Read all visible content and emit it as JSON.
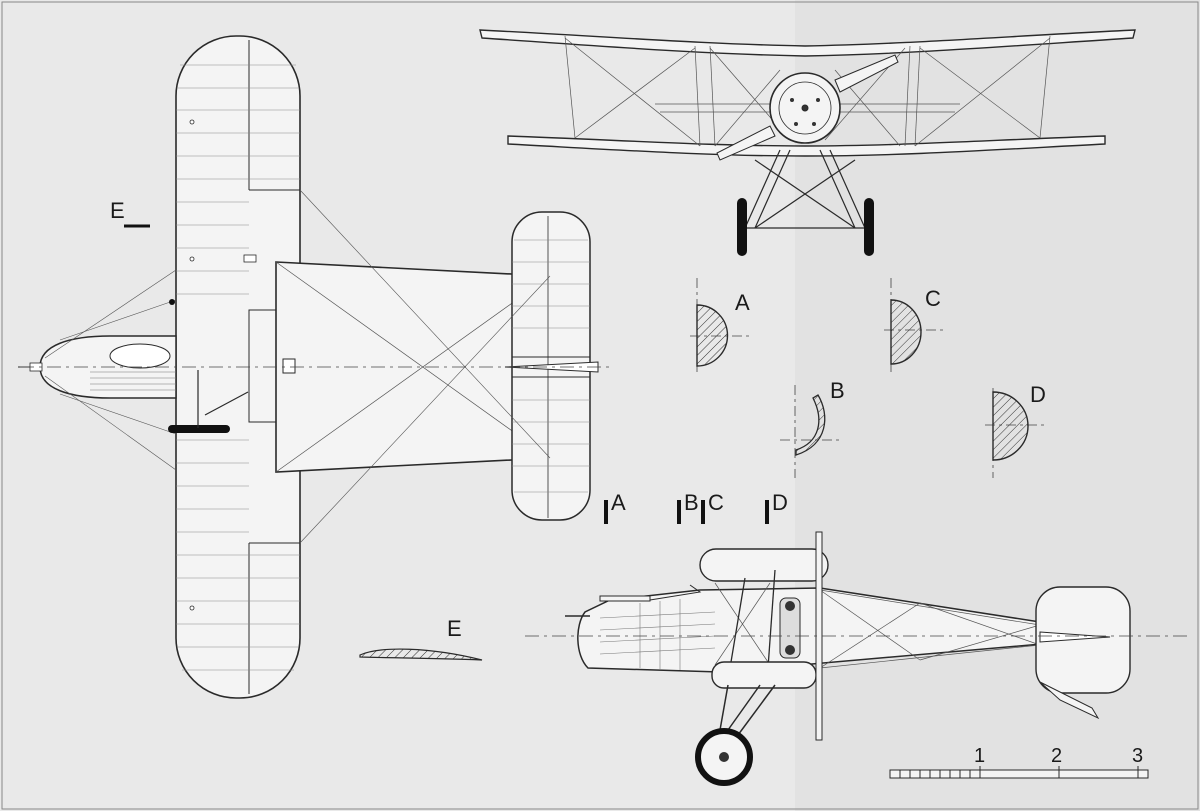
{
  "sections": {
    "A": "A",
    "B": "B",
    "C": "C",
    "D": "D",
    "E": "E"
  },
  "scale": {
    "ticks": [
      "1",
      "2",
      "3"
    ]
  },
  "colors": {
    "background": "#e9e9e9",
    "line": "#2a2a2a",
    "thin": "#555555",
    "fill": "#f4f4f4"
  }
}
